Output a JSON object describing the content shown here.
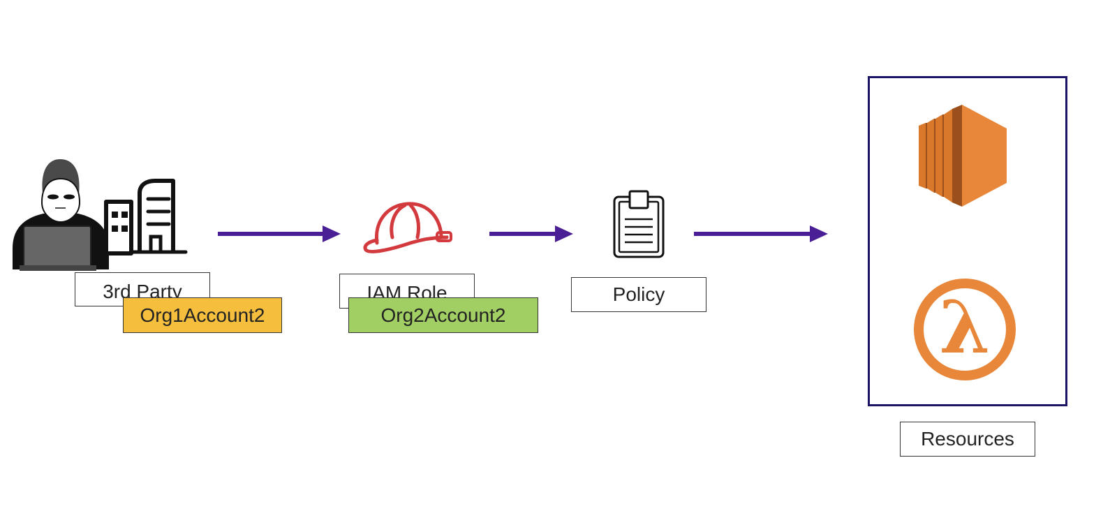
{
  "nodes": {
    "third_party": {
      "label": "3rd Party",
      "account_tag": "Org1Account2",
      "icon": "hacker-building-icon"
    },
    "iam_role": {
      "label": "IAM Role",
      "account_tag": "Org2Account2",
      "icon": "hard-hat-icon"
    },
    "policy": {
      "label": "Policy",
      "icon": "clipboard-icon"
    },
    "resources": {
      "label": "Resources",
      "icons": [
        "ec2-icon",
        "lambda-icon"
      ]
    }
  },
  "colors": {
    "arrow": "#4a1f96",
    "org1_tag": "#f6be3d",
    "org2_tag": "#a2cf63",
    "resources_frame": "#1b1464",
    "hard_hat": "#d23a3e",
    "aws_orange": "#e8873a"
  }
}
